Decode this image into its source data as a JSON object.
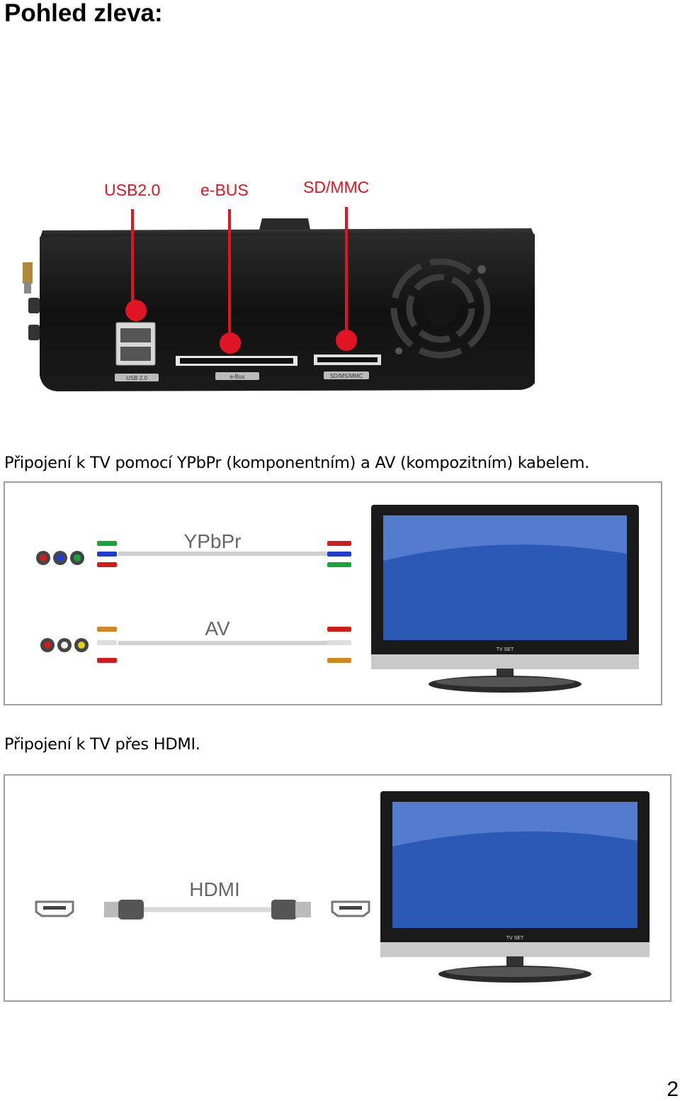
{
  "page": {
    "title": "Pohled zleva:",
    "page_number": "2"
  },
  "device_figure": {
    "labels": {
      "usb": "USB2.0",
      "ebus": "e-BUS",
      "sd": "SD/MMC"
    },
    "port_printed_labels": {
      "usb": "USB 2.0",
      "ebus": "e-Bus",
      "sd": "SD/MS/MMC"
    },
    "accent_color": "#e01424"
  },
  "av_section": {
    "caption": "Připojení k TV pomocí YPbPr (komponentním) a AV (kompozitním) kabelem.",
    "ypbpr_label": "YPbPr",
    "av_label": "AV",
    "tv_brand": "TV SET"
  },
  "hdmi_section": {
    "caption": "Připojení k TV přes HDMI.",
    "hdmi_label": "HDMI",
    "tv_brand": "TV SET"
  }
}
